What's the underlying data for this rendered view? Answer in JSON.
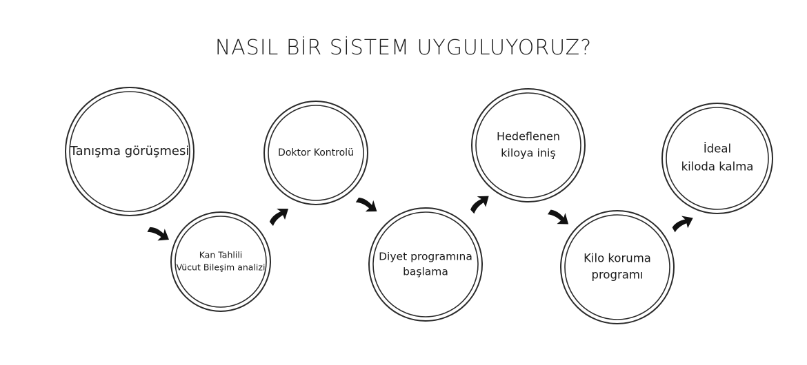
{
  "title": "NASIL BİR SİSTEM UYGULUYORUZ?",
  "steps": [
    {
      "lines": [
        "Tanışma görüşmesi"
      ]
    },
    {
      "lines": [
        "Kan Tahlili",
        "Vücut Bileşim analizi"
      ]
    },
    {
      "lines": [
        "Doktor Kontrolü"
      ]
    },
    {
      "lines": [
        "Diyet programına",
        "başlama"
      ]
    },
    {
      "lines": [
        "Hedeflenen",
        "kiloya iniş"
      ]
    },
    {
      "lines": [
        "Kilo koruma",
        "programı"
      ]
    },
    {
      "lines": [
        "İdeal",
        "kiloda kalma"
      ]
    }
  ],
  "colors": {
    "ink": "#1a1a1a",
    "background": "#ffffff"
  }
}
